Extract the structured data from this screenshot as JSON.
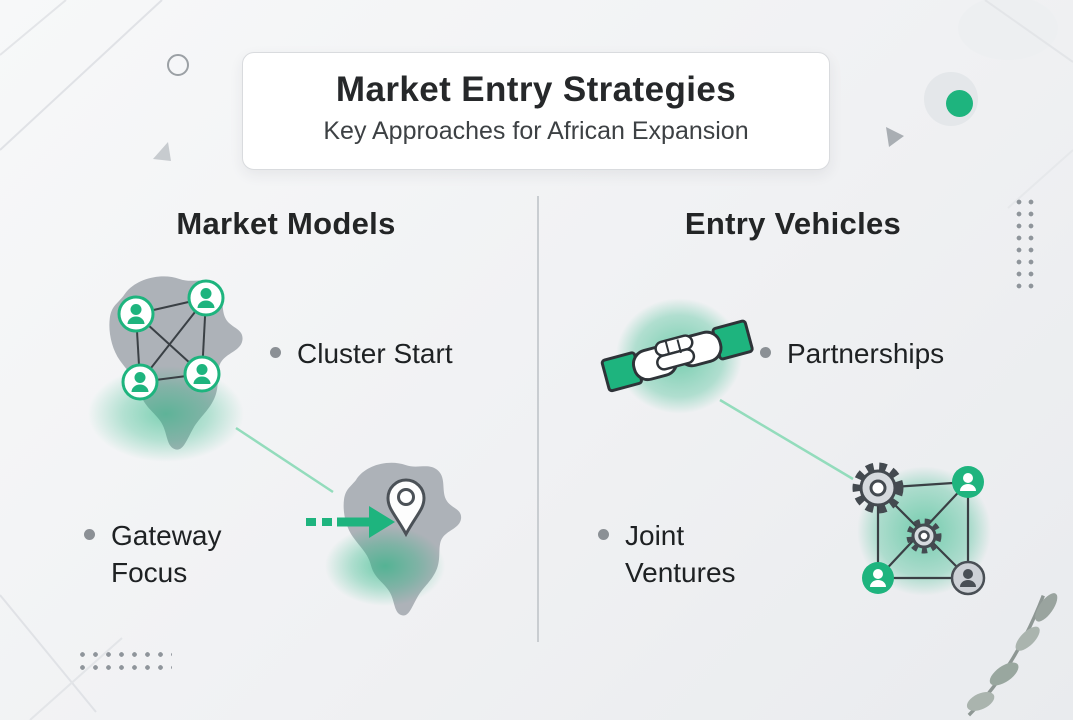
{
  "header": {
    "title": "Market Entry Strategies",
    "subtitle": "Key Approaches for African Expansion"
  },
  "columns": [
    {
      "heading": "Market Models",
      "items": [
        {
          "label": "Cluster Start",
          "icon": "africa-network-map-icon"
        },
        {
          "label": "Gateway Focus",
          "icon": "africa-gateway-pin-icon"
        }
      ]
    },
    {
      "heading": "Entry Vehicles",
      "items": [
        {
          "label": "Partnerships",
          "icon": "handshake-icon"
        },
        {
          "label": "Joint Ventures",
          "icon": "gears-team-icon"
        }
      ]
    }
  ],
  "colors": {
    "accent_green": "#1eb47e",
    "glow_green": "#7fe0b8",
    "text_dark": "#26282a",
    "map_gray": "#adb2b8",
    "bullet_gray": "#8b9095",
    "card_border": "#d9dbde",
    "background": "#f0f1f3"
  }
}
